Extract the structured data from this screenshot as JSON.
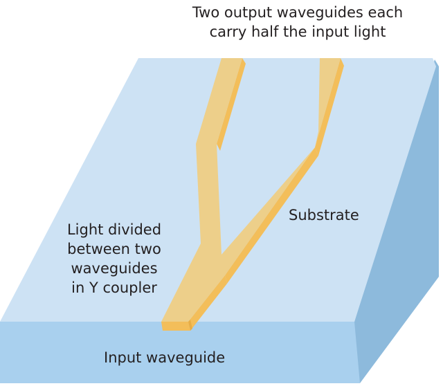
{
  "labels": {
    "output_line1": "Two output waveguides each",
    "output_line2": "carry half the input light",
    "substrate": "Substrate",
    "coupler_line1": "Light divided",
    "coupler_line2": "between two",
    "coupler_line3": "waveguides",
    "coupler_line4": "in Y coupler",
    "input": "Input waveguide"
  },
  "colors": {
    "substrate_top": "#cde2f4",
    "substrate_front": "#a9d0ee",
    "substrate_side": "#8dbadc",
    "waveguide_top": "#edcf8a",
    "waveguide_side": "#f3be5a"
  }
}
